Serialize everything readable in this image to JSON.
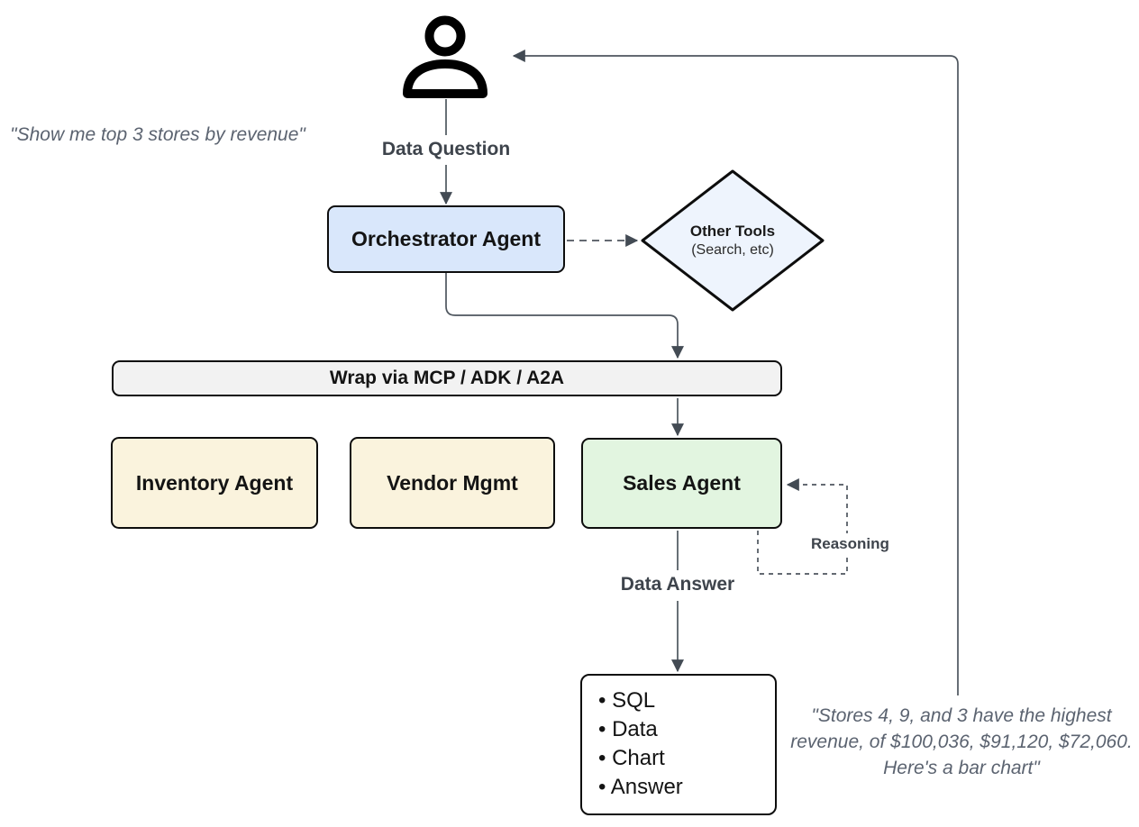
{
  "diagram_title": "multi-agent data question orchestration flow",
  "quotes": {
    "user_question": "\"Show me top 3 stores by revenue\"",
    "answer_lines": {
      "0": "\"Stores 4, 9, and 3 have the highest",
      "1": "revenue, of $100,036, $91,120, $72,060.",
      "2": "Here's a bar chart\""
    }
  },
  "labels": {
    "data_question": "Data Question",
    "data_answer": "Data Answer",
    "reasoning": "Reasoning"
  },
  "nodes": {
    "orchestrator": {
      "label": "Orchestrator Agent",
      "fill": "#d9e7fb"
    },
    "other_tools": {
      "label": "Other Tools",
      "sublabel": "(Search, etc)",
      "fill": "#eef4fd"
    },
    "wrap_bar": {
      "label": "Wrap via MCP / ADK / A2A",
      "fill": "#f2f2f2"
    },
    "inventory": {
      "label": "Inventory Agent",
      "fill": "#faf3dd"
    },
    "vendor": {
      "label": "Vendor Mgmt",
      "fill": "#faf3dd"
    },
    "sales": {
      "label": "Sales Agent",
      "fill": "#e2f5e0"
    },
    "output": {
      "items": [
        "SQL",
        "Data",
        "Chart",
        "Answer"
      ],
      "fill": "#ffffff"
    }
  },
  "colors": {
    "connector": "#4e565e",
    "arrowhead": "#434b54",
    "node_border": "#0d0d0d",
    "flow_label_text": "#3e444c",
    "quote_text": "#5b6370",
    "background": "#ffffff"
  }
}
